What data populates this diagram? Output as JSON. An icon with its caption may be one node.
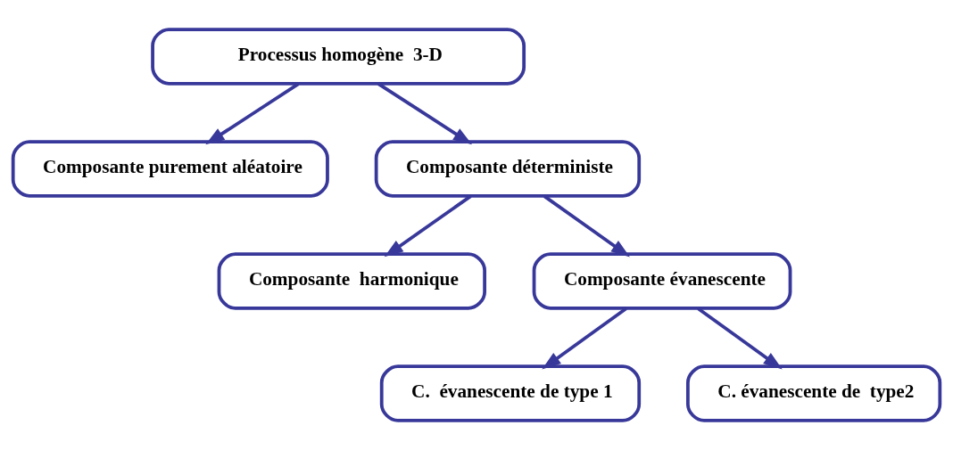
{
  "diagram": {
    "nodes": [
      {
        "text": [
          "Processus homogène  3-D"
        ]
      },
      {
        "text": [
          "Composante purement aléatoire"
        ]
      },
      {
        "text": [
          "Composante déterministe"
        ]
      },
      {
        "text": [
          "Composante  harmonique"
        ]
      },
      {
        "text": [
          "Composante évanescente"
        ]
      },
      {
        "text": [
          "C.  évanescente de type 1"
        ]
      },
      {
        "text": [
          "C. évanescente de  type2"
        ]
      }
    ],
    "edges": [
      {
        "from": 0,
        "to": 1,
        "arrow": "to"
      },
      {
        "from": 0,
        "to": 2,
        "arrow": "to"
      },
      {
        "from": 2,
        "to": 3,
        "arrow": "to"
      },
      {
        "from": 2,
        "to": 4,
        "arrow": "to"
      },
      {
        "from": 4,
        "to": 5,
        "arrow": "to"
      },
      {
        "from": 4,
        "to": 6,
        "arrow": "to"
      }
    ]
  }
}
